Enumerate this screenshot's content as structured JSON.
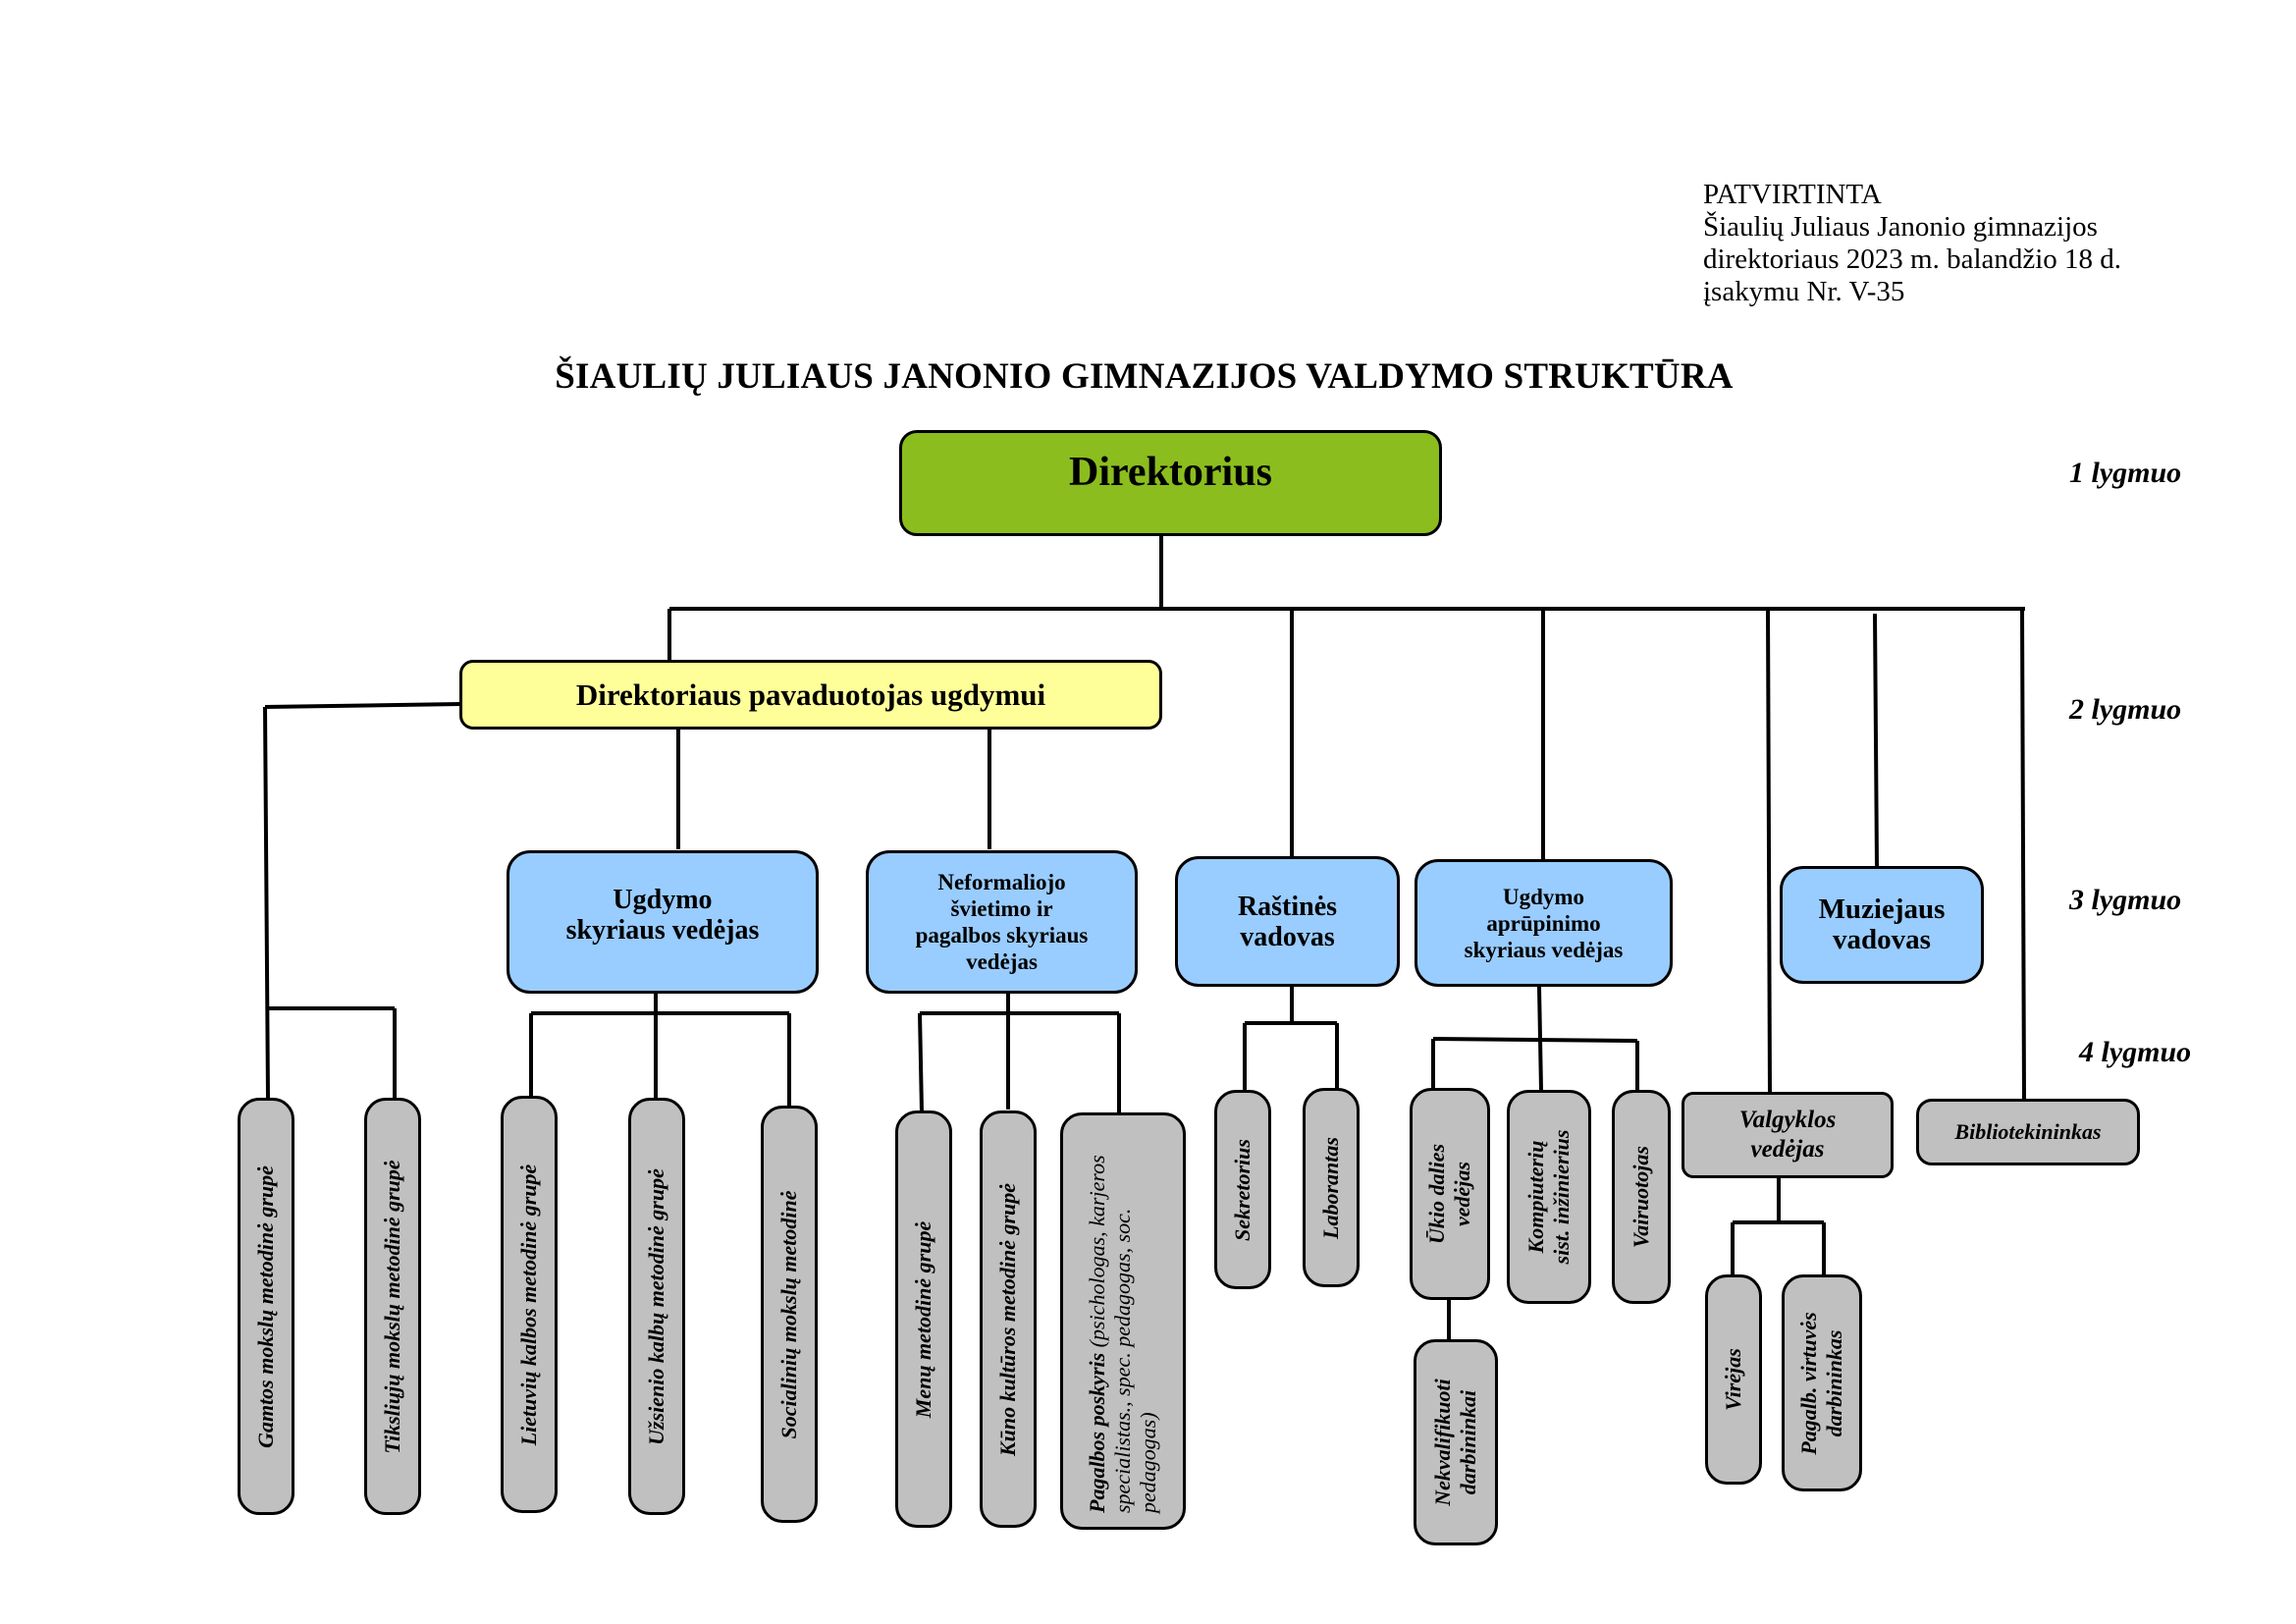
{
  "approval": {
    "line1": "PATVIRTINTA",
    "line2": "Šiaulių Juliaus Janonio gimnazijos",
    "line3": "direktoriaus 2023 m. balandžio 18 d.",
    "line4": "įsakymu Nr. V-35"
  },
  "title": "ŠIAULIŲ JULIAUS JANONIO GIMNAZIJOS VALDYMO STRUKTŪRA",
  "levels": {
    "l1": "1 lygmuo",
    "l2": "2 lygmuo",
    "l3": "3 lygmuo",
    "l4": "4 lygmuo"
  },
  "colors": {
    "director": "#8bbd1e",
    "deputy": "#ffff99",
    "level3": "#99ccff",
    "level4": "#c0c0c0"
  },
  "level1": {
    "director": "Direktorius"
  },
  "level2": {
    "deputy": "Direktoriaus pavaduotojas ugdymui"
  },
  "level3": {
    "ugdymo": [
      "Ugdymo",
      "skyriaus vedėjas"
    ],
    "neformaliojo": [
      "Neformaliojo",
      "švietimo ir",
      "pagalbos skyriaus",
      "vedėjas"
    ],
    "rastines": [
      "Raštinės",
      "vadovas"
    ],
    "aprupinimo": [
      "Ugdymo",
      "aprūpinimo",
      "skyriaus vedėjas"
    ],
    "muziejaus": [
      "Muziejaus",
      "vadovas"
    ]
  },
  "level4": {
    "gamtos": "Gamtos mokslų metodinė grupė",
    "tiksliuju": "Tiksliųjų mokslų metodinė grupė",
    "lietuviu": "Lietuvių kalbos metodinė grupė",
    "uzsienio": "Užsienio kalbų metodinė grupė",
    "socialiniu": "Socialinių mokslų metodinė",
    "menu": "Menų metodinė grupė",
    "kuno": "Kūno kultūros metodinė grupė",
    "pagalbos_bold": "Pagalbos poskyris",
    "pagalbos_rest": "(psichologas, karjeros specialistas., spec. pedagogas, soc. pedagogas)",
    "sekretorius": "Sekretorius",
    "laborantas": "Laborantas",
    "ukio": [
      "Ūkio dalies",
      "vedėjas"
    ],
    "kompiuteriu": [
      "Kompiuterių",
      "sist. inžinierius"
    ],
    "vairuotojas": "Vairuotojas",
    "nekvalifikuoti": [
      "Nekvalifikuoti",
      "darbininkai"
    ],
    "valgyklos": [
      "Valgyklos",
      "vedėjas"
    ],
    "bibliotekininkas": "Bibliotekininkas",
    "virejas": "Virėjas",
    "pagalb": [
      "Pagalb. virtuvės",
      "darbininkas"
    ]
  }
}
